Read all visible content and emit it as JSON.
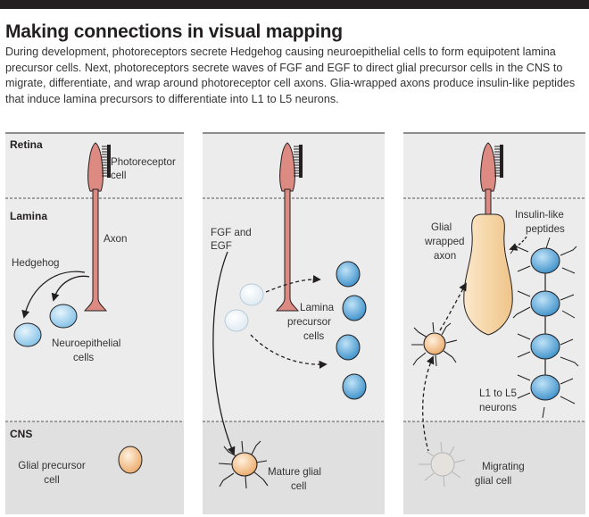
{
  "title": "Making connections in visual mapping",
  "caption": "During development, photoreceptors secrete Hedgehog causing neuroepithelial cells to form equipotent lamina precursor cells. Next, photoreceptors secrete waves of FGF and EGF to direct glial precursor cells in the CNS to migrate, differentiate, and wrap around photoreceptor cell axons. Glia-wrapped axons produce insulin-like peptides that induce lamina precursors to differentiate into L1 to L5 neurons.",
  "regions": {
    "retina": "Retina",
    "lamina": "Lamina",
    "cns": "CNS"
  },
  "panel1": {
    "photoreceptor": [
      "Photoreceptor",
      "cell"
    ],
    "axon": "Axon",
    "hedgehog": "Hedgehog",
    "neuroepithelial": [
      "Neuroepithelial",
      "cells"
    ],
    "glial_precursor": [
      "Glial precursor",
      "cell"
    ]
  },
  "panel2": {
    "signal": [
      "FGF and",
      "EGF"
    ],
    "lamina_precursor": [
      "Lamina",
      "precursor",
      "cells"
    ],
    "mature_glial": [
      "Mature glial",
      "cell"
    ]
  },
  "panel3": {
    "glial_wrapped": [
      "Glial",
      "wrapped",
      "axon"
    ],
    "insulin": [
      "Insulin-like",
      "peptides"
    ],
    "neurons": [
      "L1 to L5",
      "neurons"
    ],
    "migrating": [
      "Migrating",
      "glial cell"
    ]
  },
  "colors": {
    "panel_bg": "#ececec",
    "cns_bg": "#e0e0e0",
    "photoreceptor": "#dd8a82",
    "neuroepithelial": "#8ec8ea",
    "precursor": "#4a9fd4",
    "glial": "#f2c48d",
    "wrap": "#f8dcb2"
  }
}
